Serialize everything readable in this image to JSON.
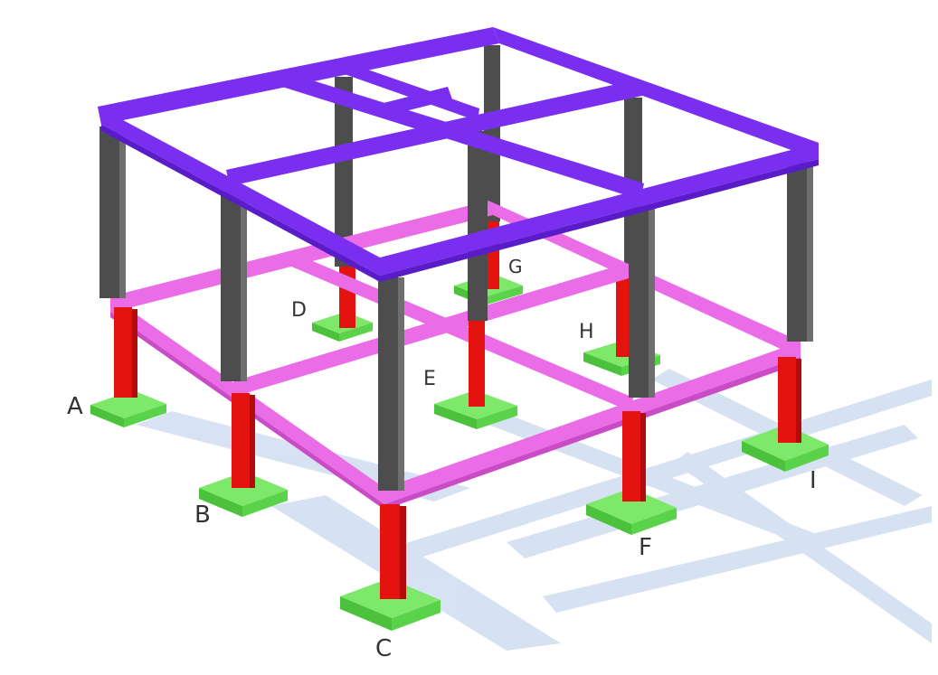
{
  "colors": {
    "roof_beam": "#7a2ff0",
    "roof_beam_side": "#5a1cc8",
    "plinth_beam": "#ea6ce6",
    "plinth_beam_side": "#c94cc6",
    "upper_column": "#4d4d4d",
    "upper_column_side": "#6e6e6e",
    "lower_column": "#e4130f",
    "lower_column_side": "#b30c0a",
    "footing_top": "#7de86a",
    "footing_side": "#4cc23c",
    "shadow": "#c9d9ee",
    "label": "#333333"
  },
  "footings": [
    {
      "id": "A",
      "label": "A"
    },
    {
      "id": "B",
      "label": "B"
    },
    {
      "id": "C",
      "label": "C"
    },
    {
      "id": "D",
      "label": "D"
    },
    {
      "id": "E",
      "label": "E"
    },
    {
      "id": "F",
      "label": "F"
    },
    {
      "id": "G",
      "label": "G"
    },
    {
      "id": "H",
      "label": "H"
    },
    {
      "id": "I",
      "label": "I"
    }
  ]
}
